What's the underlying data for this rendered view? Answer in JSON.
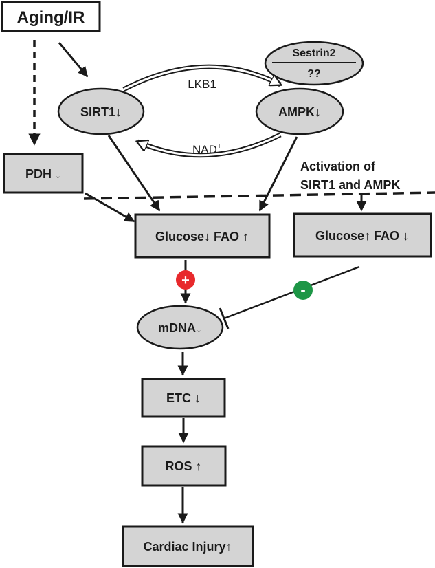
{
  "nodes": {
    "aging_ir": "Aging/IR",
    "sestrin2": "Sestrin2",
    "sestrin2_sub": "??",
    "lkb1": "LKB1",
    "sirt1": "SIRT1↓",
    "ampk": "AMPK↓",
    "nad": "NAD",
    "nad_sup": "+",
    "pdh": "PDH ↓",
    "activation_line1": "Activation of",
    "activation_line2": "SIRT1 and AMPK",
    "glucose_fao_left": "Glucose↓ FAO ↑",
    "glucose_fao_right": "Glucose↑ FAO ↓",
    "plus_sign": "+",
    "minus_sign": "-",
    "mdna": "mDNA↓",
    "etc": "ETC ↓",
    "ros": "ROS ↑",
    "cardiac": "Cardiac Injury↑"
  },
  "colors": {
    "box_fill": "#d4d4d4",
    "stroke": "#1a1a1a",
    "plus_badge": "#e8292c",
    "minus_badge": "#1d9646"
  }
}
